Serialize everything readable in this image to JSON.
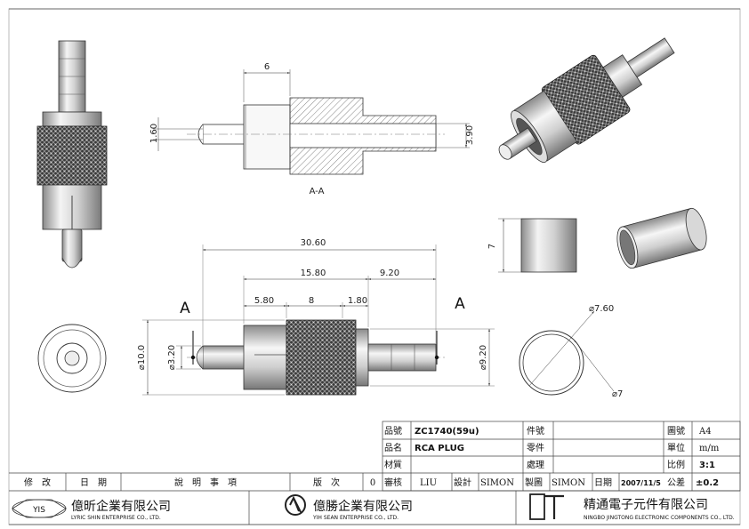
{
  "dimensions": {
    "top_width": "6",
    "pin_dia": "1.60",
    "tail_dia": "3.90",
    "overall": "30.60",
    "span_15": "15.80",
    "span_9": "9.20",
    "d580": "5.80",
    "d8": "8",
    "d180": "1.80",
    "body_dia": "⌀10.0",
    "pin_dia_2": "⌀3.20",
    "tail_dia_2": "⌀9.20",
    "sleeve_len": "7",
    "ring_outer": "⌀7.60",
    "ring_inner": "⌀7"
  },
  "section": {
    "label": "A-A",
    "cut_left": "A",
    "cut_right": "A"
  },
  "title_block": {
    "labels": {
      "part_no": "品號",
      "part_name": "品名",
      "material": "材質",
      "item_no": "件號",
      "component": "零件",
      "process": "處理",
      "drawing_no": "圖號",
      "unit": "單位",
      "scale": "比例",
      "tolerance": "公差",
      "review": "審核",
      "design": "設計",
      "drafting": "製圖",
      "date": "日期"
    },
    "values": {
      "part_no": "ZC1740(59u)",
      "part_name": "RCA PLUG",
      "drawing_no": "A4",
      "unit": "m/m",
      "scale": "3:1",
      "tolerance": "±0.2",
      "review": "LIU",
      "design": "SIMON",
      "drafting": "SIMON",
      "date": "2007/11/5"
    },
    "revision_header": {
      "modify": "修　改",
      "date": "日　期",
      "desc": "說　明　事　項",
      "version": "版　次",
      "version_value": "0"
    }
  },
  "companies": [
    {
      "logo_text": "YIS",
      "name": "億昕企業有限公司",
      "sub": "LYRIC SHIN ENTERPRISE CO., LTD."
    },
    {
      "logo_text": "",
      "name": "億勝企業有限公司",
      "sub": "YIH SEAN ENTERPRISE CO., LTD."
    },
    {
      "logo_text": "",
      "name": "精通電子元件有限公司",
      "sub": "NINGBO JINGTONG ELECTRONIC COMPONENTS CO., LTD."
    }
  ]
}
